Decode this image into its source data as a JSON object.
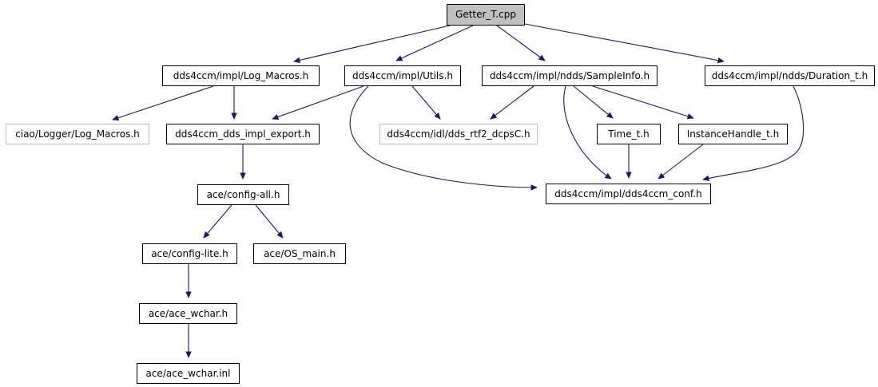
{
  "diagram": {
    "colors": {
      "edge": "#191970",
      "node_border": "#000000",
      "external_node_border": "#bebebe",
      "root_fill": "#c0c0c0",
      "node_fill": "#ffffff",
      "background": "#ffffff"
    },
    "nodes": [
      {
        "id": "getter_t_cpp",
        "label": "Getter_T.cpp",
        "kind": "root"
      },
      {
        "id": "log_macros",
        "label": "dds4ccm/impl/Log_Macros.h",
        "kind": "internal"
      },
      {
        "id": "utils",
        "label": "dds4ccm/impl/Utils.h",
        "kind": "internal"
      },
      {
        "id": "sampleinfo",
        "label": "dds4ccm/impl/ndds/SampleInfo.h",
        "kind": "internal"
      },
      {
        "id": "duration_t",
        "label": "dds4ccm/impl/ndds/Duration_t.h",
        "kind": "internal"
      },
      {
        "id": "ciao_log_macros",
        "label": "ciao/Logger/Log_Macros.h",
        "kind": "external"
      },
      {
        "id": "dds_impl_export",
        "label": "dds4ccm_dds_impl_export.h",
        "kind": "internal"
      },
      {
        "id": "dds_rtf2_dcpsc",
        "label": "dds4ccm/idl/dds_rtf2_dcpsC.h",
        "kind": "external"
      },
      {
        "id": "time_t",
        "label": "Time_t.h",
        "kind": "internal"
      },
      {
        "id": "instancehandle_t",
        "label": "InstanceHandle_t.h",
        "kind": "internal"
      },
      {
        "id": "config_all",
        "label": "ace/config-all.h",
        "kind": "internal"
      },
      {
        "id": "dds4ccm_conf",
        "label": "dds4ccm/impl/dds4ccm_conf.h",
        "kind": "internal"
      },
      {
        "id": "config_lite",
        "label": "ace/config-lite.h",
        "kind": "internal"
      },
      {
        "id": "os_main",
        "label": "ace/OS_main.h",
        "kind": "internal"
      },
      {
        "id": "ace_wchar_h",
        "label": "ace/ace_wchar.h",
        "kind": "internal"
      },
      {
        "id": "ace_wchar_inl",
        "label": "ace/ace_wchar.inl",
        "kind": "internal"
      }
    ],
    "edges": [
      {
        "from": "getter_t_cpp",
        "to": "log_macros"
      },
      {
        "from": "getter_t_cpp",
        "to": "utils"
      },
      {
        "from": "getter_t_cpp",
        "to": "sampleinfo"
      },
      {
        "from": "getter_t_cpp",
        "to": "duration_t"
      },
      {
        "from": "log_macros",
        "to": "ciao_log_macros"
      },
      {
        "from": "log_macros",
        "to": "dds_impl_export"
      },
      {
        "from": "utils",
        "to": "dds_impl_export"
      },
      {
        "from": "utils",
        "to": "dds_rtf2_dcpsc"
      },
      {
        "from": "utils",
        "to": "dds4ccm_conf"
      },
      {
        "from": "sampleinfo",
        "to": "dds_rtf2_dcpsc"
      },
      {
        "from": "sampleinfo",
        "to": "time_t"
      },
      {
        "from": "sampleinfo",
        "to": "instancehandle_t"
      },
      {
        "from": "sampleinfo",
        "to": "dds4ccm_conf"
      },
      {
        "from": "duration_t",
        "to": "dds4ccm_conf"
      },
      {
        "from": "time_t",
        "to": "dds4ccm_conf"
      },
      {
        "from": "instancehandle_t",
        "to": "dds4ccm_conf"
      },
      {
        "from": "dds_impl_export",
        "to": "config_all"
      },
      {
        "from": "config_all",
        "to": "config_lite"
      },
      {
        "from": "config_all",
        "to": "os_main"
      },
      {
        "from": "config_lite",
        "to": "ace_wchar_h"
      },
      {
        "from": "ace_wchar_h",
        "to": "ace_wchar_inl"
      }
    ]
  }
}
